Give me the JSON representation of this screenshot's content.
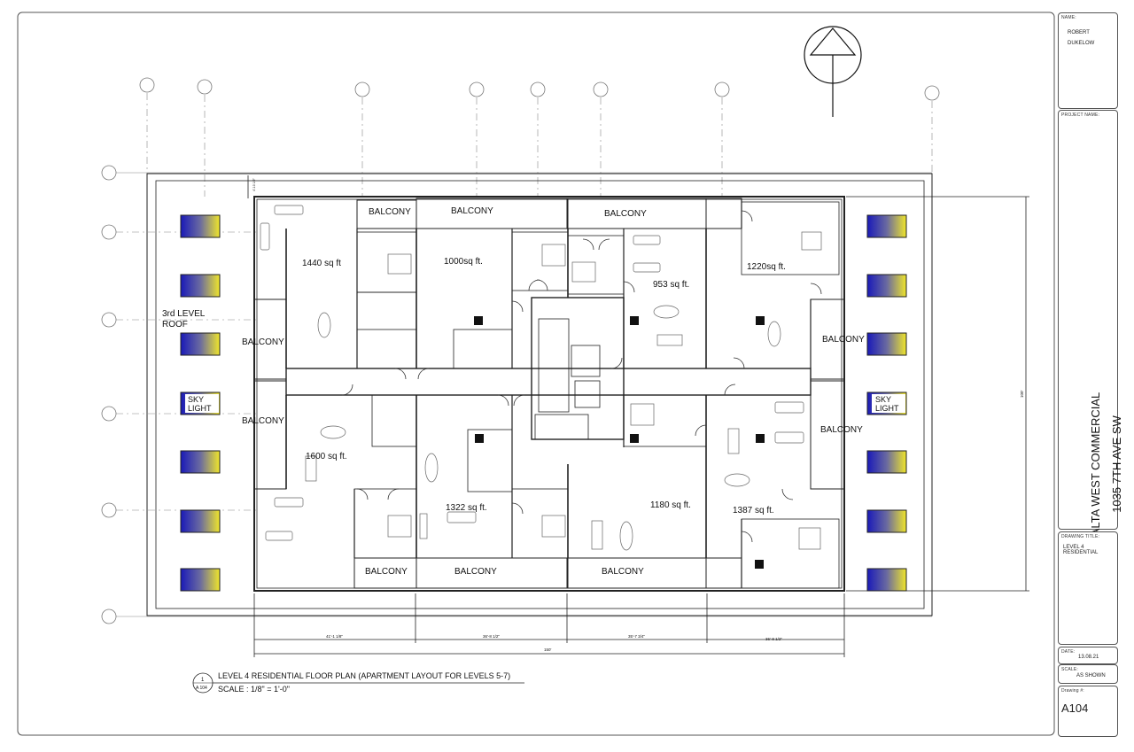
{
  "title_block": {
    "name_label": "NAME:",
    "name_line1": "ROBERT",
    "name_line2": "DUKELOW",
    "project_label": "PROJECT NAME:",
    "project_line1": "ALTA WEST COMMERCIAL",
    "project_line2": "1035 7TH AVE SW",
    "drawing_title_label": "DRAWING TITLE:",
    "drawing_title": "LEVEL 4 RESIDENTIAL",
    "date_label": "DATE:",
    "date": "13.08.21",
    "scale_label": "SCALE:",
    "scale": "AS SHOWN",
    "drawing_no_label": "Drawing #:",
    "drawing_no": "A104"
  },
  "caption": {
    "view_number": "1",
    "sheet_ref": "A 104",
    "title": "LEVEL 4 RESIDENTIAL FLOOR PLAN (APARTMENT LAYOUT FOR LEVELS 5-7)",
    "scale": "SCALE : 1/8\" = 1'-0\""
  },
  "plan": {
    "roof_label_1": "3rd LEVEL",
    "roof_label_2": "ROOF",
    "skylight_line1": "SKY",
    "skylight_line2": "LIGHT",
    "balcony": "BALCONY",
    "units": {
      "u1440": "1440 sq ft",
      "u1000": "1000sq ft.",
      "u953": "953 sq ft.",
      "u1220": "1220sq ft.",
      "u1600": "1600 sq ft.",
      "u1322": "1322 sq ft.",
      "u1180": "1180 sq ft.",
      "u1387": "1387 sq ft."
    },
    "dims": {
      "d1": "41'-1 1/8\"",
      "d2": "36'-8 1/2\"",
      "d3": "35'-7 3/4\"",
      "d4": "36'-8 1/2\"",
      "total": "150'",
      "side": "100'",
      "small": "4'-10 1/2\""
    }
  },
  "colors": {
    "skylight_a": "#1a1ab8",
    "skylight_b": "#f0e62a",
    "line": "#222222"
  },
  "icons": {
    "north_arrow": "north-arrow-icon"
  }
}
